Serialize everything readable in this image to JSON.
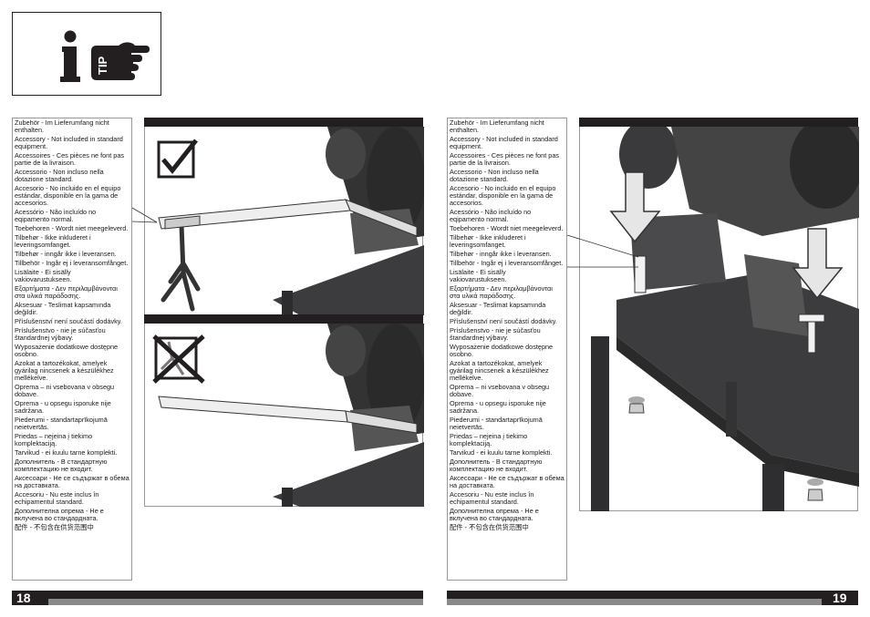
{
  "header_icons": [
    "info-icon",
    "tip-pointing-hand-icon"
  ],
  "tip_label": "TIP",
  "left_page": {
    "page_number": "18",
    "accessory_notes": [
      "Zubehör - Im Lieferumfang nicht enthalten.",
      "Accessory - Not included in standard equipment.",
      "Accessoires - Ces pièces ne font pas partie de la livraison.",
      "Accessorio - Non incluso nella dotazione standard.",
      "Accesorio - No incluido en el equipo estándar, disponible en la gama de accesorios.",
      "Acessório - Não incluído no eqipamento normal.",
      "Toebehoren - Wordt niet meegeleverd.",
      "Tilbehør - Ikke inkluderet i leveringsomfanget.",
      "Tilbehør - inngår ikke i leveransen.",
      "Tillbehör - Ingår ej i leveransomfånget.",
      "Lisälaite - Ei sisälly vakiovarustukseen.",
      "Εξαρτήματα - Δεν περιλαμβάνονται στα υλικά παράδοσης.",
      "Aksesuar - Teslimat kapsamında değildir.",
      "Příslušenství není součástí dodávky.",
      "Príslušenstvo - nie je súčasťou štandardnej výbavy.",
      "Wyposażenie dodatkowe dostępne osobno.",
      "Azokat a tartozékokat, amelyek gyárilag nincsenek a készülékhez mellékelve.",
      "Oprema – ni vsebovana v obsegu dobave.",
      "Oprema - u opsegu isporuke nije sadržana.",
      "Piederumi - standartaprīkojumā neietvertās.",
      "Priedas – nejeina į tiekimo komplektaciją.",
      "Tarvikud - ei kuulu tarne komplekti.",
      "Дополнитель - В стандартную комплектацию не входит.",
      "Аксесоари - Не се съдържат в обема на доставката.",
      "Accesoriu - Nu este inclus în echipamentul standard.",
      "Дополнителна опрема - Не е вклучена во стандардната.",
      "配件 - 不包含在供货范围中"
    ]
  },
  "right_page": {
    "page_number": "19",
    "accessory_notes": [
      "Zubehör - Im Lieferumfang nicht enthalten.",
      "Accessory - Not included in standard equipment.",
      "Accessoires - Ces pièces ne font pas partie de la livraison.",
      "Accessorio - Non incluso nella dotazione standard.",
      "Accesorio - No incluido en el equipo estándar, disponible en la gama de accesorios.",
      "Acessório - Não incluído no eqipamento normal.",
      "Toebehoren - Wordt niet meegeleverd.",
      "Tilbehør - Ikke inkluderet i leveringsomfanget.",
      "Tilbehør - inngår ikke i leveransen.",
      "Tillbehör - Ingår ej i leveransomfånget.",
      "Lisälaite - Ei sisälly vakiovarustukseen.",
      "Εξαρτήματα - Δεν περιλαμβάνονται στα υλικά παράδοσης.",
      "Aksesuar - Teslimat kapsamında değildir.",
      "Příslušenství není součástí dodávky.",
      "Príslušenstvo - nie je súčasťou štandardnej výbavy.",
      "Wyposażenie dodatkowe dostępne osobno.",
      "Azokat a tartozékokat, amelyek gyárilag nincsenek a készülékhez mellékelve.",
      "Oprema – ni vsebovana v obsegu dobave.",
      "Oprema - u opsegu isporuke nije sadržana.",
      "Piederumi - standartaprīkojumā neietvertās.",
      "Priedas – nejeina į tiekimo komplektaciją.",
      "Tarvikud - ei kuulu tarne komplekti.",
      "Дополнитель - В стандартную комплектацию не входит.",
      "Аксесоари - Не се съдържат в обема на доставката.",
      "Accesoriu - Nu este inclus în echipamentul standard.",
      "Дополнителна опрема - Не е вклучена во стандардната.",
      "配件 - 不包含在供货范围中"
    ]
  },
  "figure_icons": [
    "checkmark-box-icon",
    "crossed-out-stand-icon",
    "down-arrow-icon"
  ],
  "colors": {
    "dark": "#231f20",
    "footer_grey": "#8a8a8a",
    "machine": "#3c3c3e"
  }
}
